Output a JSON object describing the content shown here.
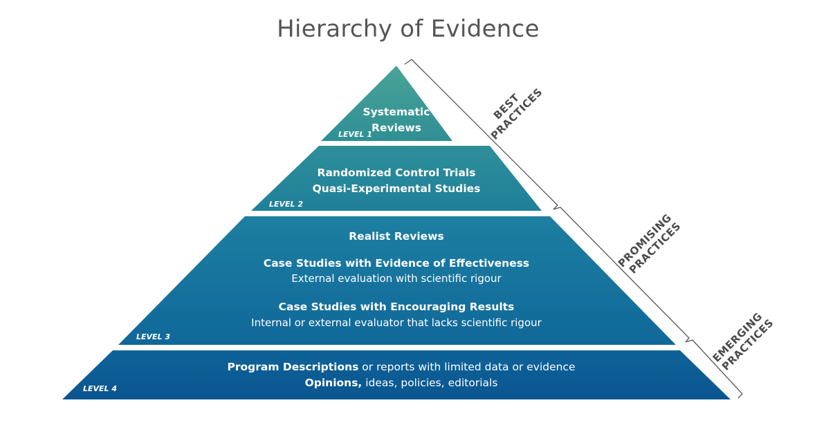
{
  "title": "Hierarchy of Evidence",
  "colors": {
    "level1_top": "#4aa397",
    "level1_bottom": "#2f8f94",
    "level2_top": "#2e8f99",
    "level2_bottom": "#1f7f9a",
    "level3_top": "#1d7fa0",
    "level3_bottom": "#10689a",
    "level4_top": "#0f6399",
    "level4_bottom": "#0a5590",
    "bracket": "#555555",
    "side_text": "#4a4a4a"
  },
  "levels": [
    {
      "label": "LEVEL 1",
      "lines": [
        "Systematic",
        "Reviews"
      ]
    },
    {
      "label": "LEVEL 2",
      "lines": [
        "Randomized Control Trials",
        "Quasi-Experimental Studies"
      ]
    },
    {
      "label": "LEVEL 3",
      "realist": "Realist Reviews",
      "cs_effect_title": "Case Studies with Evidence of Effectiveness",
      "cs_effect_desc": "External evaluation with scientific rigour",
      "cs_encourage_title": "Case Studies with Encouraging Results",
      "cs_encourage_desc": "Internal or external evaluator that lacks scientific rigour"
    },
    {
      "label": "LEVEL 4",
      "line1_bold": "Program Descriptions",
      "line1_rest": " or reports with limited data or evidence",
      "line2_bold": "Opinions,",
      "line2_rest": " ideas, policies, editorials"
    }
  ],
  "brackets": [
    {
      "line1": "BEST",
      "line2": "PRACTICES"
    },
    {
      "line1": "PROMISING",
      "line2": "PRACTICES"
    },
    {
      "line1": "EMERGING",
      "line2": "PRACTICES"
    }
  ]
}
